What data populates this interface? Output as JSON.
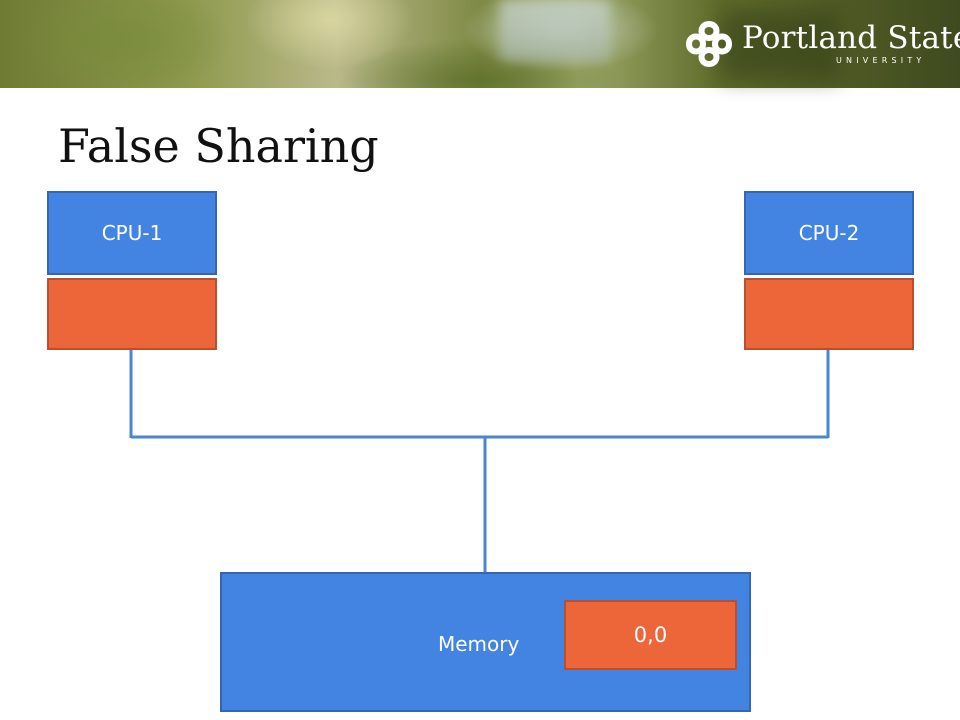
{
  "header": {
    "logo_name": "Portland State",
    "logo_sub": "UNIVERSITY"
  },
  "slide": {
    "title": "False Sharing"
  },
  "diagram": {
    "cpu1": {
      "label": "CPU-1",
      "cache_value": ""
    },
    "cpu2": {
      "label": "CPU-2",
      "cache_value": ""
    },
    "memory": {
      "label": "Memory",
      "cell_value": "0,0"
    }
  },
  "colors": {
    "cpu_blue": "#4384e3",
    "cache_orange": "#ec663a",
    "bus_line": "#4a86d6"
  }
}
